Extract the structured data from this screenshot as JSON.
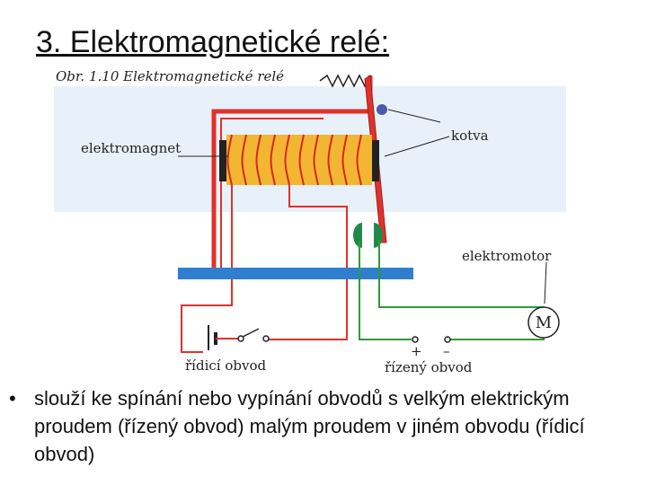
{
  "slide": {
    "title": "3. Elektromagnetické relé:",
    "bullet_marker": "•",
    "bullet_text": "slouží ke spínání nebo vypínání obvodů s velkým elektrickým proudem (řízený obvod) malým proudem v jiném obvodu (řídicí obvod)"
  },
  "figure": {
    "caption": "Obr. 1.10 Elektromagnetické relé",
    "labels": {
      "electromagnet": "elektromagnet",
      "armature": "kotva",
      "motor": "elektromotor",
      "motor_symbol": "M",
      "control_circuit": "řídicí obvod",
      "controlled_circuit": "řízený obvod",
      "plus": "+",
      "minus": "–"
    },
    "colors": {
      "control_wire": "#e0312b",
      "controlled_wire": "#2e9a3a",
      "coil_core": "#f2b632",
      "base": "#2f7fcf",
      "contacts": "#1f8a4c",
      "pivot": "#4a5aa8",
      "background_panel": "#e8f1f9"
    }
  }
}
